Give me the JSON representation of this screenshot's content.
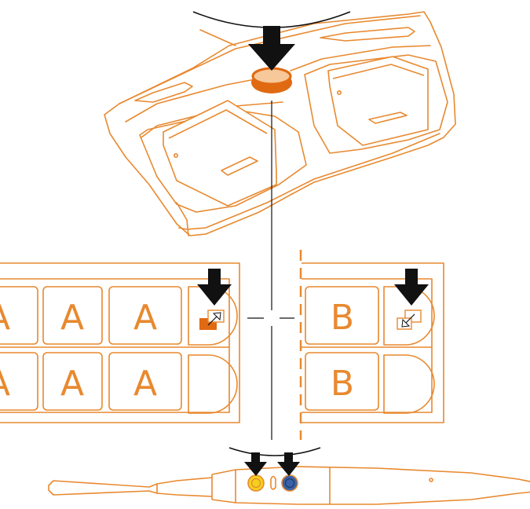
{
  "panel_a": {
    "top_row": [
      "A",
      "A",
      "A"
    ],
    "bottom_row": [
      "A",
      "A",
      "A"
    ]
  },
  "panel_b": {
    "top_row": [
      "B"
    ],
    "bottom_row": [
      "B"
    ]
  },
  "colors": {
    "outline": "#e8892f",
    "accent_orange": "#e06a12",
    "black": "#111111",
    "yellow_button": "#f4cf1f",
    "blue_button": "#3a62a6"
  },
  "icons": {
    "pedal": "foot-pedal-icon",
    "switch_a": "expand-arrow-icon",
    "switch_b": "collapse-arrow-icon",
    "press": "down-arrow-icon"
  }
}
